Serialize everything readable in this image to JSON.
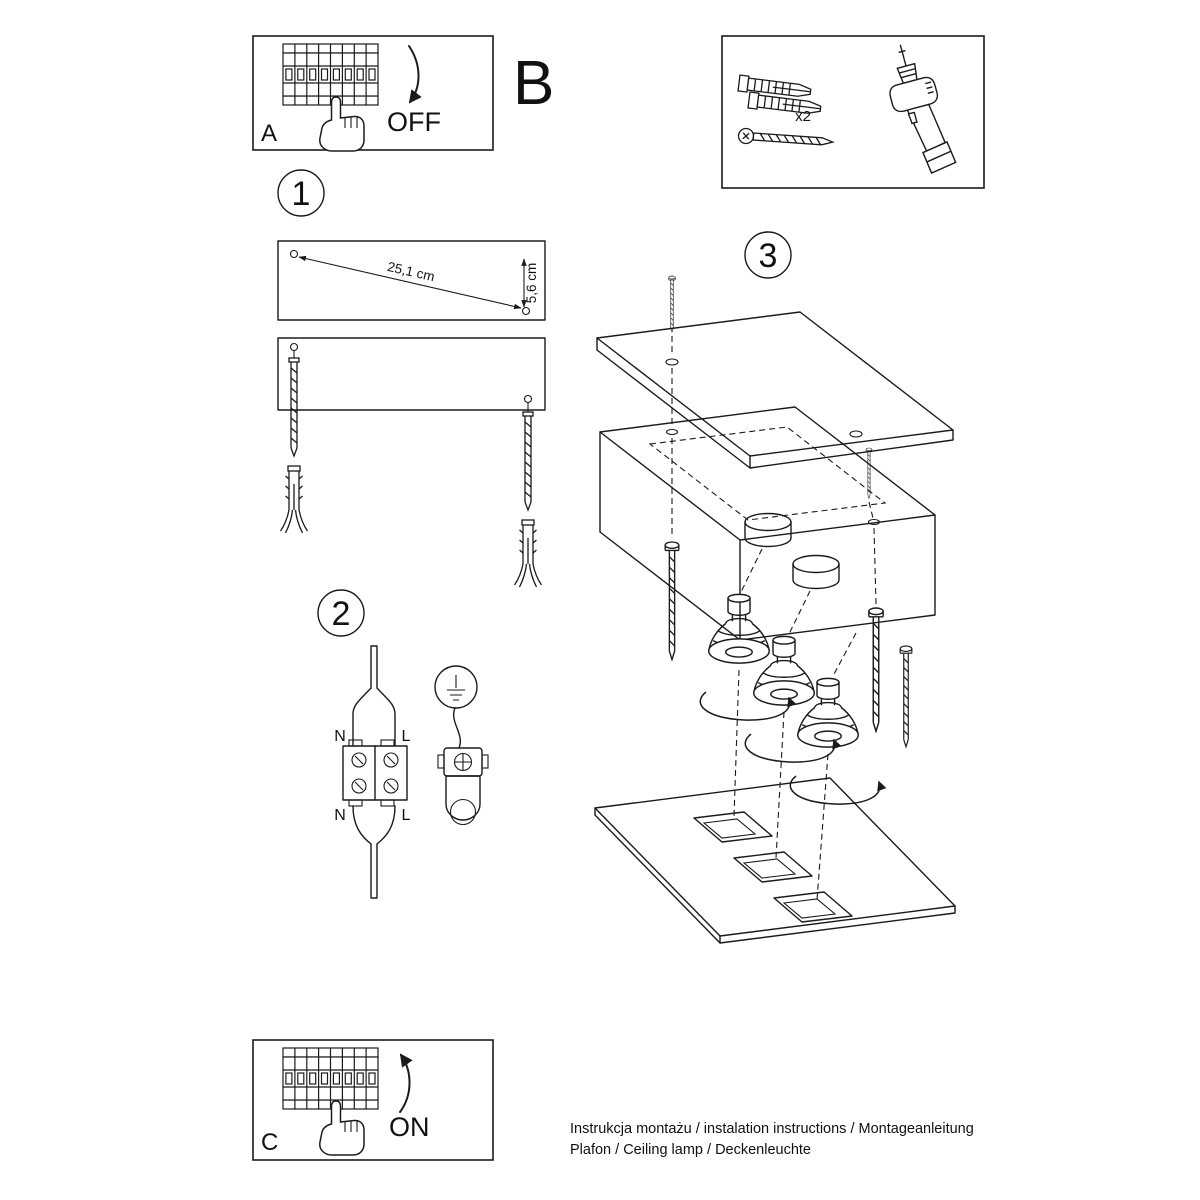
{
  "colors": {
    "line": "#1b1b1b",
    "text": "#111111"
  },
  "panels": {
    "a": {
      "label": "A",
      "action": "OFF"
    },
    "b": {
      "label": "B",
      "screw_count": "x2"
    },
    "c": {
      "label": "C",
      "action": "ON"
    }
  },
  "steps": {
    "one": {
      "number": "1",
      "dim_width": "25,1 cm",
      "dim_height": "5,6 cm"
    },
    "two": {
      "number": "2",
      "terminals": {
        "top_left": "N",
        "top_right": "L",
        "bottom_left": "N",
        "bottom_right": "L"
      }
    },
    "three": {
      "number": "3"
    }
  },
  "footer": {
    "line1": "Instrukcja montażu / instalation instructions / Montageanleitung",
    "line2": "Plafon / Ceiling lamp / Deckenleuchte"
  }
}
